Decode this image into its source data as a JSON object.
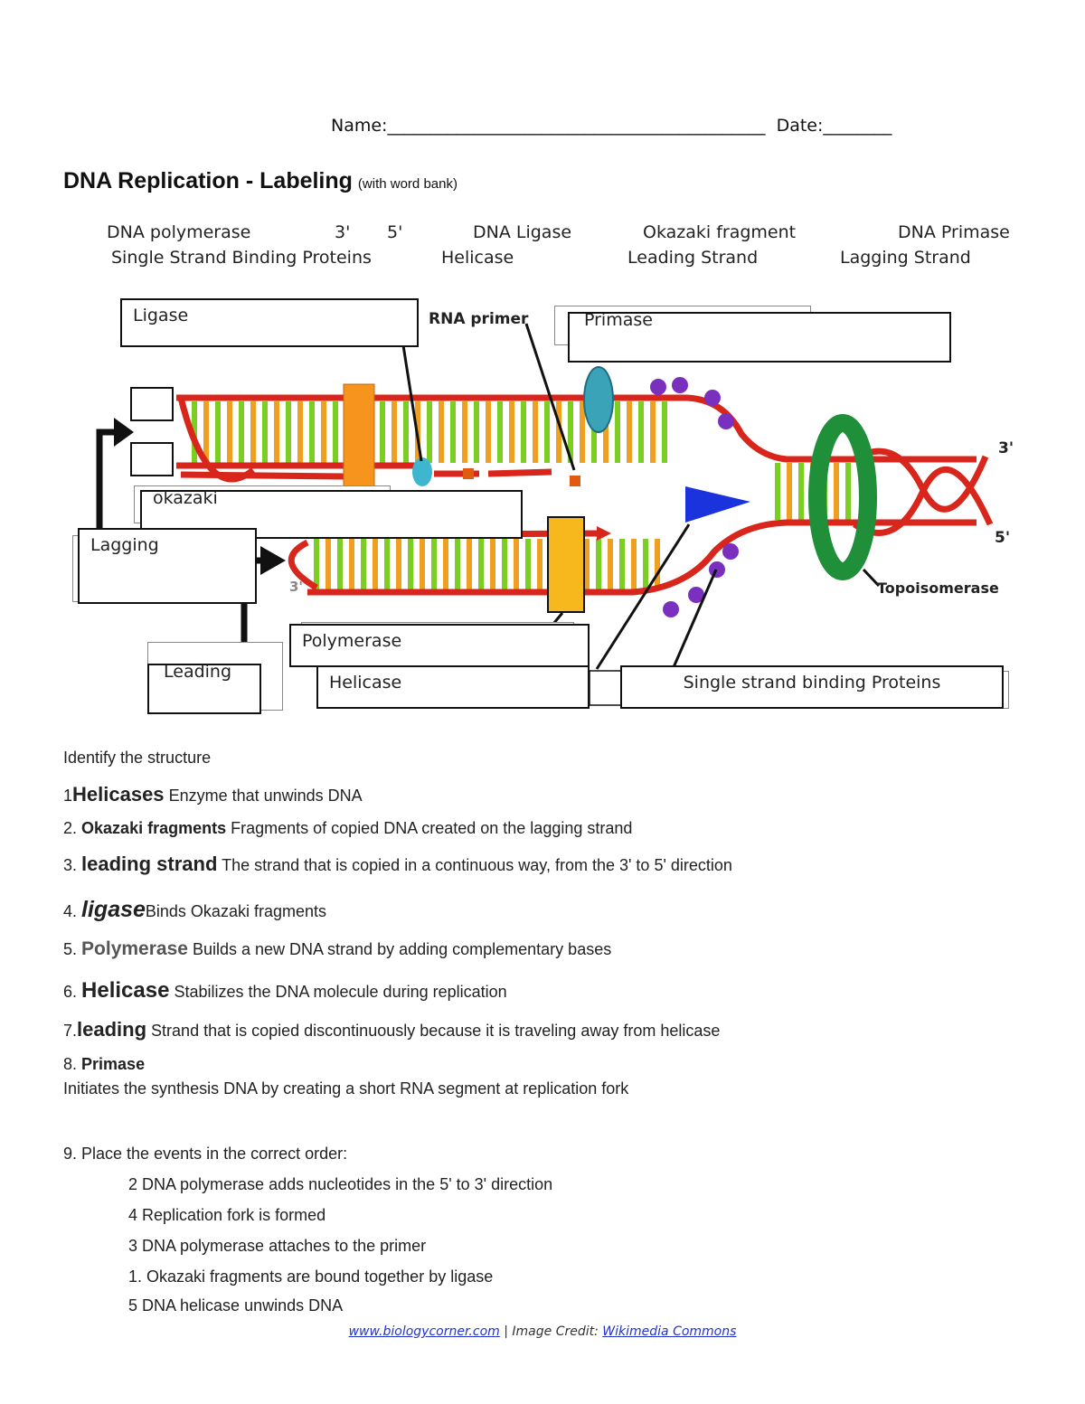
{
  "header": {
    "name_label": "Name:",
    "name_blank": "____________________________________________",
    "date_label": "Date:",
    "date_blank": "________"
  },
  "title": {
    "main": "DNA Replication - Labeling",
    "sub": "(with word bank)"
  },
  "word_bank": {
    "row1": [
      "DNA polymerase",
      "3'",
      "5'",
      "DNA Ligase",
      "Okazaki fragment",
      "DNA Primase"
    ],
    "row2": [
      "Single Strand Binding Proteins",
      "Helicase",
      "Leading Strand",
      "Lagging Strand"
    ]
  },
  "diagram": {
    "printed_labels": {
      "rna_primer": "RNA primer",
      "topoisomerase": "Topoisomerase",
      "three_prime_right": "3'",
      "five_prime_right": "5'",
      "three_prime_left": "3'"
    },
    "answer_boxes": {
      "ligase": "Ligase",
      "primase": "Primase",
      "okazaki": "okazaki",
      "lagging": "Lagging",
      "leading": "Leading",
      "polymerase": "Polymerase",
      "helicase": "Helicase",
      "ssb": "Single strand binding Proteins"
    },
    "colors": {
      "strand_red": "#d8261c",
      "base_orange": "#f0a020",
      "base_green": "#7ccf22",
      "ligase_blue": "#3fb6cf",
      "primase_teal": "#3aa3b8",
      "polymerase_orange": "#f7941d",
      "polymerase_yellow": "#f7b81d",
      "helicase_blue": "#1a33dd",
      "topoisomerase_green": "#1f8f3a",
      "ssb_purple": "#7a2fbf"
    }
  },
  "questions": {
    "intro": "Identify the structure",
    "items": [
      {
        "num": "1",
        "answer": "Helicases",
        "text": "Enzyme that unwinds DNA"
      },
      {
        "num": "2.",
        "answer": "Okazaki fragments",
        "text": "Fragments of copied DNA created on the lagging strand"
      },
      {
        "num": "3.",
        "answer": "leading strand",
        "text": "The strand that is copied in a continuous way, from the 3' to 5' direction"
      },
      {
        "num": "4.",
        "answer": "ligase",
        "text": "Binds Okazaki fragments"
      },
      {
        "num": "5.",
        "answer": "Polymerase",
        "text": "Builds a new DNA strand by adding complementary bases"
      },
      {
        "num": "6.",
        "answer": "Helicase",
        "text": "Stabilizes the DNA molecule during replication"
      },
      {
        "num": "7.",
        "answer": "leading",
        "text": "Strand that is copied discontinuously because it is traveling away from helicase"
      },
      {
        "num": "8.",
        "answer": "Primase",
        "text": "Initiates the synthesis DNA by creating a short RNA segment at replication fork"
      }
    ]
  },
  "ordering": {
    "prompt": "9.  Place the events in the correct order:",
    "events": [
      "2 DNA polymerase adds nucleotides in the 5' to 3' direction",
      "4 Replication fork is formed",
      "3 DNA polymerase attaches to the primer",
      "1. Okazaki fragments are bound together by ligase",
      "5 DNA helicase unwinds DNA"
    ]
  },
  "footer": {
    "site": "www.biologycorner.com",
    "separator": " | Image Credit: ",
    "credit": "Wikimedia Commons"
  }
}
